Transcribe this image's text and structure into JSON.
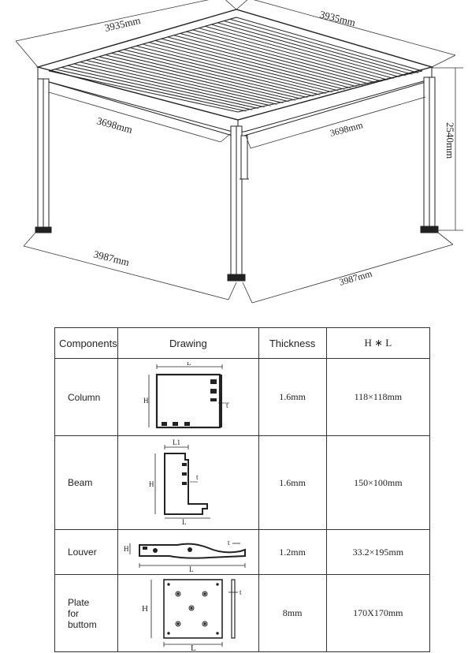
{
  "pergola": {
    "dims": {
      "top_left": "3935mm",
      "top_right": "3935mm",
      "beam_left": "3698mm",
      "beam_right": "3698mm",
      "height": "2540mm",
      "base_left": "3987mm",
      "base_right": "3987mm"
    }
  },
  "table": {
    "headers": {
      "components": "Components",
      "drawing": "Drawing",
      "thickness": "Thickness",
      "hl": "H ∗ L"
    },
    "rows": [
      {
        "component": "Column",
        "thickness": "1.6mm",
        "size": "118×118mm",
        "labels": {
          "l": "L",
          "h": "H",
          "t": "t"
        }
      },
      {
        "component": "Beam",
        "thickness": "1.6mm",
        "size": "150×100mm",
        "labels": {
          "l1": "L1",
          "l": "L",
          "h": "H",
          "t": "t"
        }
      },
      {
        "component": "Louver",
        "thickness": "1.2mm",
        "size": "33.2×195mm",
        "labels": {
          "l": "L",
          "h": "H",
          "t": "t"
        }
      },
      {
        "component_lines": [
          "Plate",
          "for",
          "buttom"
        ],
        "thickness": "8mm",
        "size": "170X170mm",
        "labels": {
          "l": "L",
          "h": "H",
          "t": "t"
        }
      }
    ]
  }
}
